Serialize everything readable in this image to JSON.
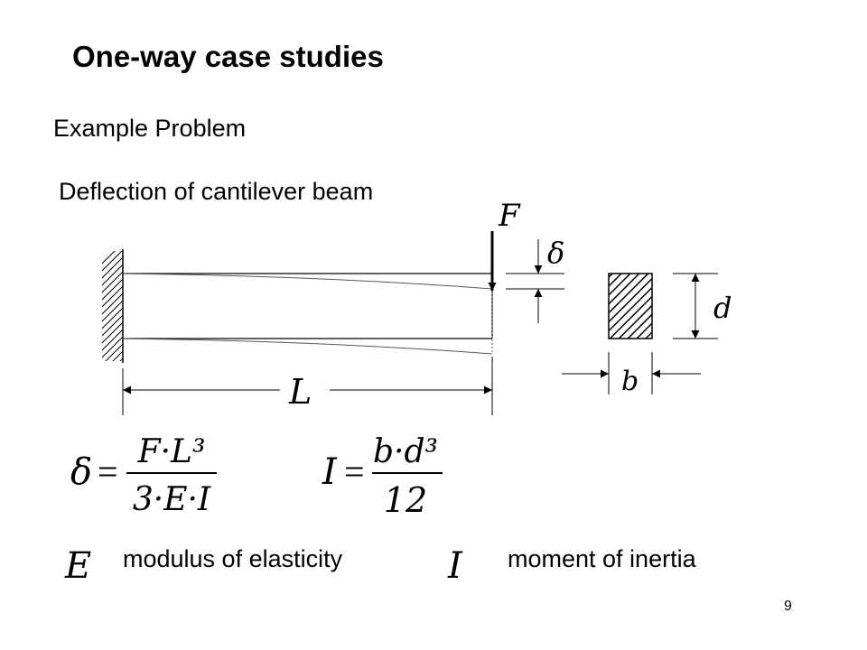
{
  "slide": {
    "title": "One-way case studies",
    "subtitle": "Example Problem",
    "diagram_title": "Deflection of cantilever beam",
    "page_number": "9"
  },
  "symbols": {
    "force": "F",
    "deflection": "δ",
    "depth": "d",
    "width": "b",
    "length": "L"
  },
  "equations": {
    "deflection": {
      "lhs": "δ",
      "equals": "=",
      "numerator": "F·L³",
      "denominator": "3·E·I"
    },
    "inertia": {
      "lhs": "I",
      "equals": "=",
      "numerator": "b·d³",
      "denominator": "12"
    }
  },
  "definitions": [
    {
      "symbol": "E",
      "text": "modulus of elasticity"
    },
    {
      "symbol": "I",
      "text": "moment of inertia"
    }
  ]
}
